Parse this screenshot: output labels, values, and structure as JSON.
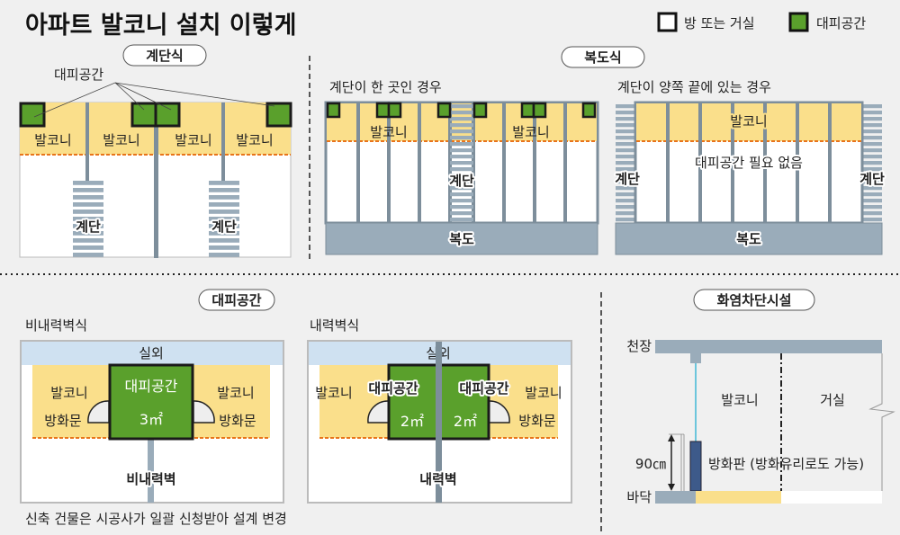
{
  "title": "아파트 발코니 설치 이렇게",
  "legend": {
    "room": "방 또는 거실",
    "shelter": "대피공간"
  },
  "colors": {
    "balcony": "#fadf8b",
    "shelter": "#5aa02c",
    "wall": "#7d8e9b",
    "corridor": "#9aacba",
    "outdoor": "#cfe1f1",
    "dash": "#e8741a",
    "panel": "#3d5a8a",
    "glass": "#6cc6dc"
  },
  "stair_type": {
    "pill": "계단식",
    "shelter_label": "대피공간",
    "balconies": [
      "발코니",
      "발코니",
      "발코니",
      "발코니"
    ],
    "stairs": [
      "계단",
      "계단"
    ]
  },
  "corridor_type": {
    "pill": "복도식",
    "one_stair": {
      "heading": "계단이 한 곳인 경우",
      "balconies": [
        "발코니",
        "발코니"
      ],
      "stair": "계단",
      "corridor": "복도"
    },
    "two_stairs": {
      "heading": "계단이 양쪽 끝에 있는 경우",
      "balcony": "발코니",
      "note": "대피공간 필요 없음",
      "stairs": [
        "계단",
        "계단"
      ],
      "corridor": "복도"
    }
  },
  "shelter_section": {
    "pill": "대피공간",
    "non_bearing": {
      "heading": "비내력벽식",
      "outdoor": "실외",
      "shelter": "대피공간",
      "area": "3㎡",
      "balconies": [
        "발코니",
        "발코니"
      ],
      "doors": [
        "방화문",
        "방화문"
      ],
      "wall": "비내력벽"
    },
    "bearing": {
      "heading": "내력벽식",
      "outdoor": "실외",
      "shelters": [
        "대피공간",
        "대피공간"
      ],
      "areas": [
        "2㎡",
        "2㎡"
      ],
      "balconies": [
        "발코니",
        "발코니"
      ],
      "door": "방화문",
      "wall": "내력벽"
    },
    "footnote": "신축 건물은 시공사가 일괄 신청받아 설계 변경"
  },
  "fire_barrier": {
    "pill": "화염차단시설",
    "ceiling": "천장",
    "floor": "바닥",
    "balcony": "발코니",
    "living_room": "거실",
    "height": "90㎝",
    "panel": "방화판 (방화유리로도 가능)"
  }
}
